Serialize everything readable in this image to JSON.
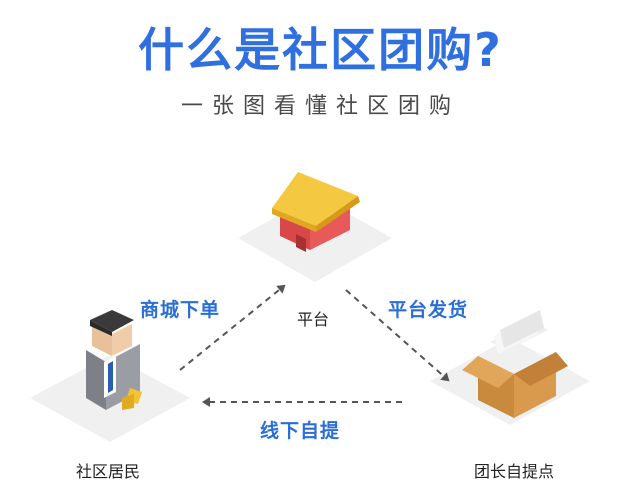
{
  "header": {
    "title": "什么是社区团购?",
    "subtitle": "一张图看懂社区团购"
  },
  "nodes": {
    "platform": "平台",
    "resident": "社区居民",
    "leader": "团长自提点"
  },
  "edges": {
    "order": "商城下单",
    "ship": "平台发货",
    "pickup": "线下自提"
  },
  "colors": {
    "title_start": "#2f6fe0",
    "title_end": "#4aa3e8",
    "edge_label": "#2b6fd6",
    "house_roof": "#f5c842",
    "house_wall": "#e85a5a",
    "box": "#d99a4e",
    "arrow": "#555555"
  }
}
